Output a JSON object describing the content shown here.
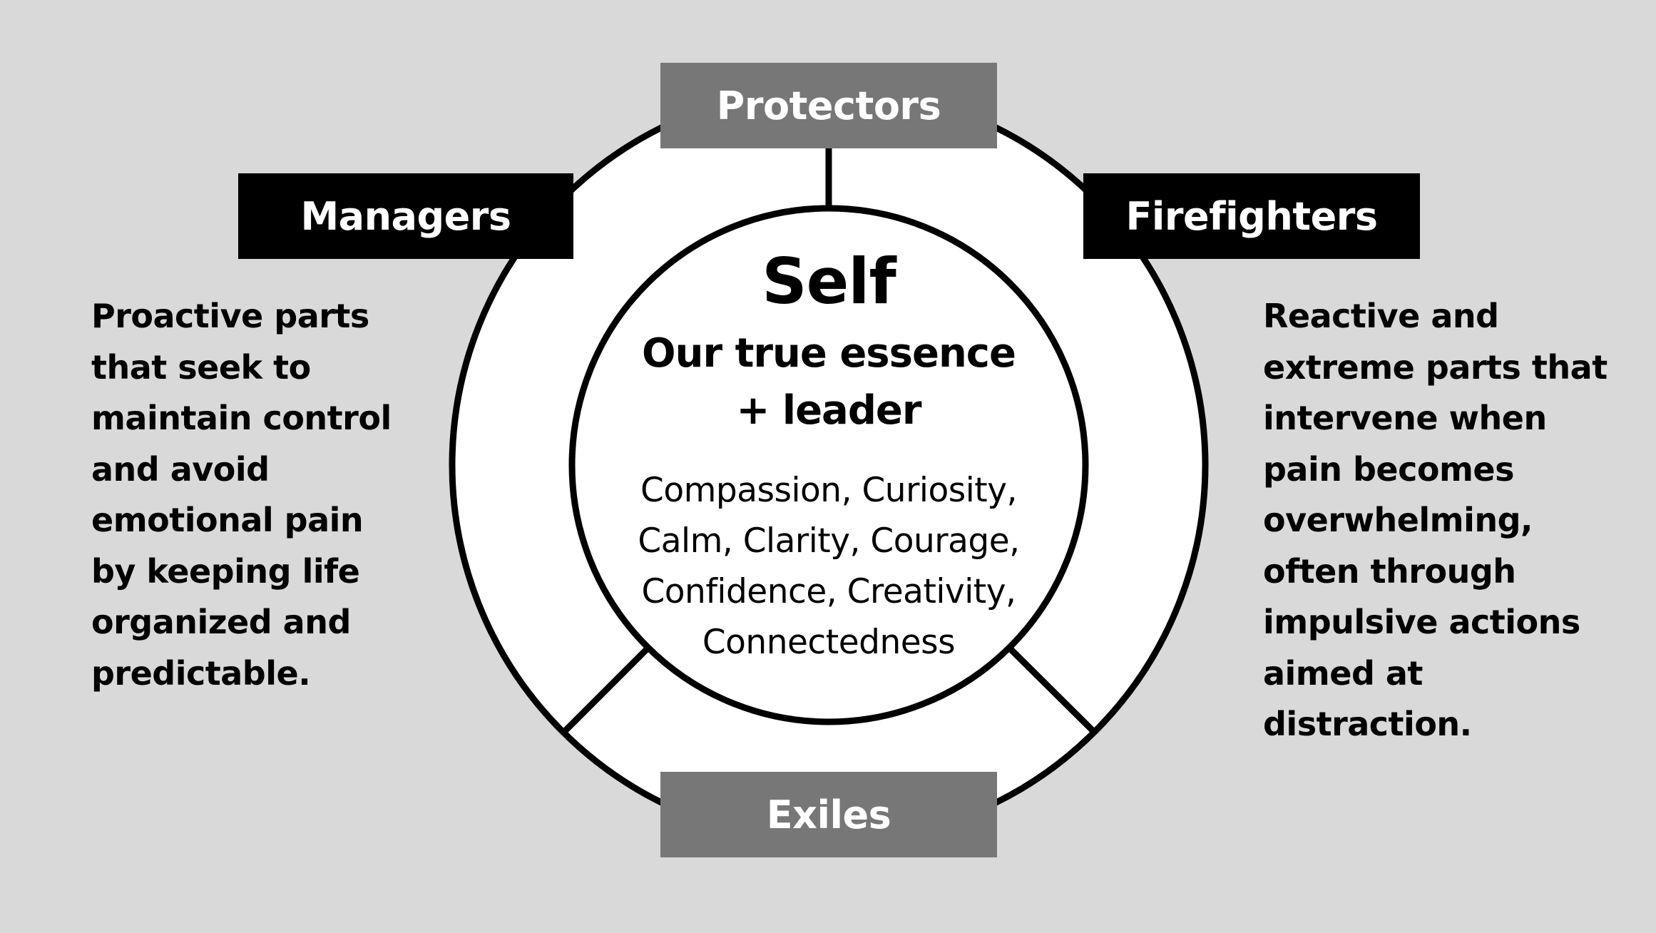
{
  "diagram": {
    "center": {
      "title": "Self",
      "subtitle_lines": [
        "Our true essence",
        "+ leader"
      ],
      "qualities_lines": [
        "Compassion, Curiosity,",
        "Calm, Clarity, Courage,",
        "Confidence, Creativity,",
        "Connectedness"
      ]
    },
    "nodes": {
      "protectors": "Protectors",
      "exiles": "Exiles",
      "managers": "Managers",
      "firefighters": "Firefighters"
    },
    "descriptions": {
      "managers_lines": [
        "Proactive parts",
        "that seek to",
        "maintain control",
        "and avoid",
        "emotional pain",
        "by keeping life",
        "organized and",
        "predictable."
      ],
      "firefighters_lines": [
        "Reactive and",
        "extreme parts that",
        "intervene when",
        "pain becomes",
        "overwhelming,",
        "often through",
        "impulsive actions",
        "aimed at",
        "distraction."
      ]
    },
    "colors": {
      "background": "#d9d9d9",
      "outline": "#000000",
      "fill": "#ffffff",
      "dark_box": "#000000",
      "grey_box": "#777777"
    }
  }
}
